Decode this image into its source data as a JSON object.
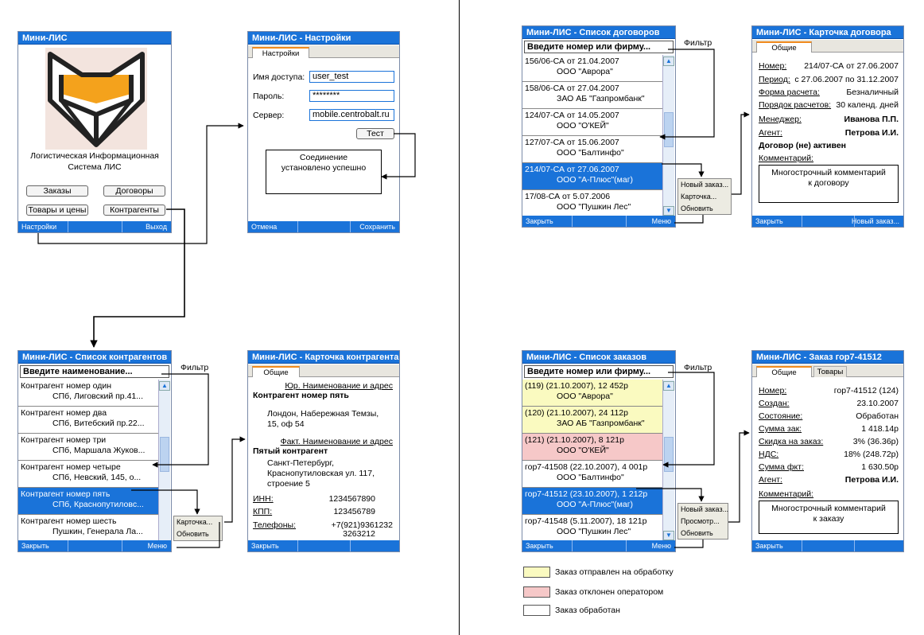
{
  "annotations": {
    "filter": "Фильтр"
  },
  "main": {
    "title": "Мини-ЛИС",
    "caption_line1": "Логистическая Информационная",
    "caption_line2": "Система ЛИС",
    "buttons": {
      "orders": "Заказы",
      "contracts": "Договоры",
      "goods": "Товары и цены",
      "contractors": "Контрагенты"
    },
    "soft_left": "Настройки",
    "soft_right": "Выход"
  },
  "settings": {
    "title": "Мини-ЛИС - Настройки",
    "tab": "Настройки",
    "login_label": "Имя доступа:",
    "login_value": "user_test",
    "password_label": "Пароль:",
    "password_value": "********",
    "server_label": "Сервер:",
    "server_value": "mobile.centrobalt.ru",
    "test_button": "Тест",
    "result": "Соединение установлено успешно",
    "soft_left": "Отмена",
    "soft_right": "Сохранить"
  },
  "contractors_list": {
    "title": "Мини-ЛИС - Список контрагентов",
    "filter": "Введите наименование...",
    "items": [
      {
        "l1": "Контрагент номер один",
        "l2": "СПб, Лиговский пр.41..."
      },
      {
        "l1": "Контрагент номер два",
        "l2": "СПб, Витебский пр.22..."
      },
      {
        "l1": "Контрагент номер три",
        "l2": "СПб, Маршала Жуков..."
      },
      {
        "l1": "Контрагент номер четыре",
        "l2": "СПб, Невский, 145, о..."
      },
      {
        "l1": "Контрагент номер пять",
        "l2": "СПб, Краснопутиловс..."
      },
      {
        "l1": "Контрагент номер шесть",
        "l2": "Пушкин, Генерала Ла..."
      }
    ],
    "menu": [
      "Карточка...",
      "Обновить"
    ],
    "soft_left": "Закрыть",
    "soft_right": "Меню"
  },
  "contractor_card": {
    "title": "Мини-ЛИС - Карточка контрагента",
    "tab": "Общие",
    "legal_hdr": "Юр. Наименование и адрес",
    "legal_name": "Контрагент номер пять",
    "legal_addr1": "Лондон, Набережная Темзы,",
    "legal_addr2": "15, оф 54",
    "fact_hdr": "Факт. Наименование и адрес",
    "fact_name": "Пятый контрагент",
    "fact_addr1": "Санкт-Петербург,",
    "fact_addr2": "Краснопутиловская ул. 117,",
    "fact_addr3": "строение 5",
    "inn_label": "ИНН:",
    "inn": "1234567890",
    "kpp_label": "КПП:",
    "kpp": "123456789",
    "phones_label": "Телефоны:",
    "phone1": "+7(921)9361232",
    "phone2": "3263212",
    "soft_left": "Закрыть"
  },
  "contracts_list": {
    "title": "Мини-ЛИС - Список договоров",
    "filter": "Введите номер или фирму...",
    "items": [
      {
        "l1": "156/06-СА от 21.04.2007",
        "l2": "ООО \"Аврора\""
      },
      {
        "l1": "158/06-СА от 27.04.2007",
        "l2": "ЗАО АБ \"Газпромбанк\""
      },
      {
        "l1": "124/07-СА от 14.05.2007",
        "l2": "ООО \"О'КЕЙ\""
      },
      {
        "l1": "127/07-СА от 15.06.2007",
        "l2": "ООО \"Балтинфо\""
      },
      {
        "l1": "214/07-СА от 27.06.2007",
        "l2": "ООО \"А-Плюс\"(маг)"
      },
      {
        "l1": "17/08-СА от 5.07.2006",
        "l2": "ООО \"Пушкин Лес\""
      }
    ],
    "menu": [
      "Новый заказ...",
      "Карточка...",
      "Обновить"
    ],
    "soft_left": "Закрыть",
    "soft_right": "Меню"
  },
  "contract_card": {
    "title": "Мини-ЛИС - Карточка договора",
    "tab": "Общие",
    "number_label": "Номер:",
    "number": "214/07-СА от 27.06.2007",
    "period_label": "Период:",
    "period": "с 27.06.2007 по 31.12.2007",
    "payment_label": "Форма расчета:",
    "payment": "Безналичный",
    "order_label": "Порядок расчетов:",
    "order": "30 календ. дней",
    "manager_label": "Менеджер:",
    "manager": "Иванова П.П.",
    "agent_label": "Агент:",
    "agent": "Петрова И.И.",
    "active": "Договор (не) активен",
    "comment_label": "Комментарий:",
    "comment": "Многострочный комментарий к договору",
    "soft_left": "Закрыть",
    "soft_right": "Новый заказ..."
  },
  "orders_list": {
    "title": "Мини-ЛИС - Список заказов",
    "filter": "Введите номер или фирму...",
    "items": [
      {
        "l1": "(119) (21.10.2007), 12 452р",
        "l2": "ООО \"Аврора\"",
        "state": "yellow"
      },
      {
        "l1": "(120) (21.10.2007), 24 112р",
        "l2": "ЗАО АБ \"Газпромбанк\"",
        "state": "yellow"
      },
      {
        "l1": "(121) (21.10.2007), 8 121р",
        "l2": "ООО \"О'КЕЙ\"",
        "state": "red"
      },
      {
        "l1": "гор7-41508 (22.10.2007), 4 001р",
        "l2": "ООО \"Балтинфо\"",
        "state": "none"
      },
      {
        "l1": "гор7-41512 (23.10.2007), 1 212р",
        "l2": "ООО \"А-Плюс\"(маг)",
        "state": "sel"
      },
      {
        "l1": "гор7-41548 (5.11.2007), 18 121р",
        "l2": "ООО \"Пушкин Лес\"",
        "state": "none"
      }
    ],
    "menu": [
      "Новый заказ...",
      "Просмотр...",
      "Обновить"
    ],
    "soft_left": "Закрыть",
    "soft_right": "Меню"
  },
  "order_card": {
    "title": "Мини-ЛИС - Заказ гор7-41512",
    "tab1": "Общие",
    "tab2": "Товары",
    "rows": [
      {
        "label": "Номер:",
        "value": "гор7-41512 (124)"
      },
      {
        "label": "Создан:",
        "value": "23.10.2007"
      },
      {
        "label": "Состояние:",
        "value": "Обработан"
      },
      {
        "label": "Сумма зак:",
        "value": "1 418.14р"
      },
      {
        "label": "Скидка на заказ:",
        "value": "3% (36.36р)"
      },
      {
        "label": "НДС:",
        "value": "18% (248.72р)"
      },
      {
        "label": "Сумма фкт:",
        "value": "1 630.50р"
      },
      {
        "label": "Агент:",
        "value": "Петрова И.И."
      }
    ],
    "comment_label": "Комментарий:",
    "comment": "Многострочный комментарий к заказу",
    "soft_left": "Закрыть"
  },
  "legend": [
    {
      "color": "#fafac0",
      "text": "Заказ отправлен на обработку"
    },
    {
      "color": "#f6c8c8",
      "text": "Заказ отклонен оператором"
    },
    {
      "color": "#ffffff",
      "text": "Заказ обработан"
    }
  ],
  "colors": {
    "title_bar": "#1a73d9",
    "selected": "#1a73d9",
    "tab_accent": "#f08a1c",
    "logo_orange": "#f4a21c"
  }
}
